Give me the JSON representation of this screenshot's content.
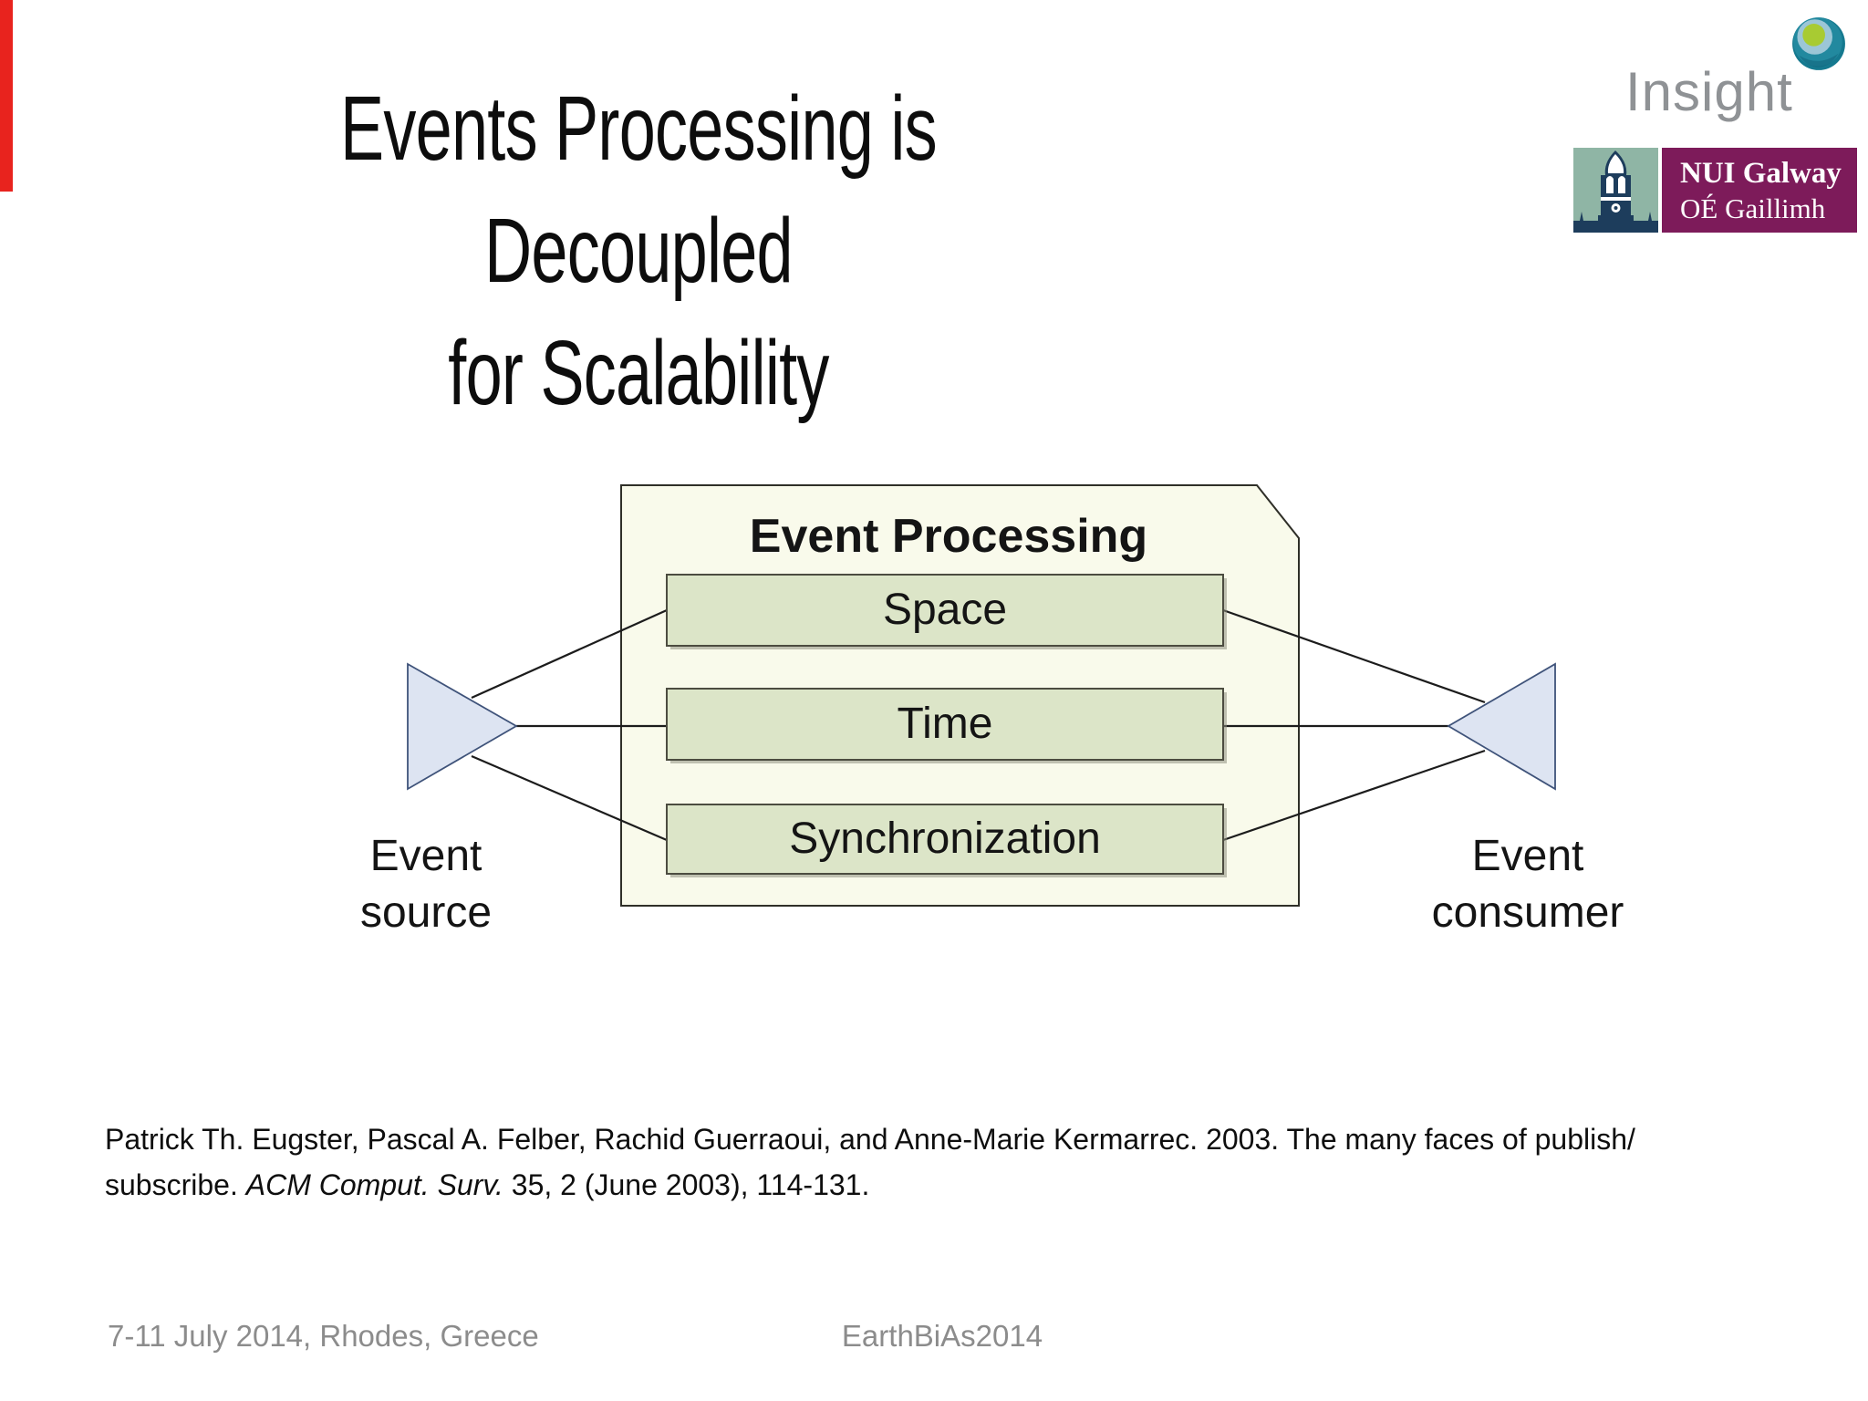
{
  "slide": {
    "title_line1": "Events Processing is Decoupled",
    "title_line2": "for Scalability",
    "footer_left": "7-11 July 2014, Rhodes, Greece",
    "footer_center": "EarthBiAs2014",
    "citation_line1": "Patrick Th. Eugster, Pascal A. Felber, Rachid Guerraoui, and Anne-Marie Kermarrec. 2003. The many faces of publish/",
    "citation_line2_pre": "subscribe. ",
    "citation_line2_italic": "ACM Comput. Surv.",
    "citation_line2_post": " 35, 2 (June 2003), 114-131."
  },
  "logos": {
    "insight": {
      "label": "Insight"
    },
    "nui": {
      "line1": "NUI Galway",
      "line2": "OÉ Gaillimh"
    }
  },
  "diagram": {
    "container_label": "Event Processing",
    "boxes": [
      "Space",
      "Time",
      "Synchronization"
    ],
    "source_line1": "Event",
    "source_line2": "source",
    "consumer_line1": "Event",
    "consumer_line2": "consumer"
  },
  "colors": {
    "container_fill": "#f9faeb",
    "container_border": "#2f2f28",
    "box_fill": "#dce5c8",
    "box_border": "#4c4c40",
    "triangle_fill": "#dde4f2",
    "triangle_border": "#3f537a",
    "line": "#1c1c1c",
    "footer_gray": "#8c8c8c",
    "insight_gray": "#8f9295",
    "nui_purple": "#7d1b5a",
    "nui_sage": "#8fb5a5",
    "nui_navy": "#1d3d5c",
    "red_strip": "#e8231e"
  }
}
